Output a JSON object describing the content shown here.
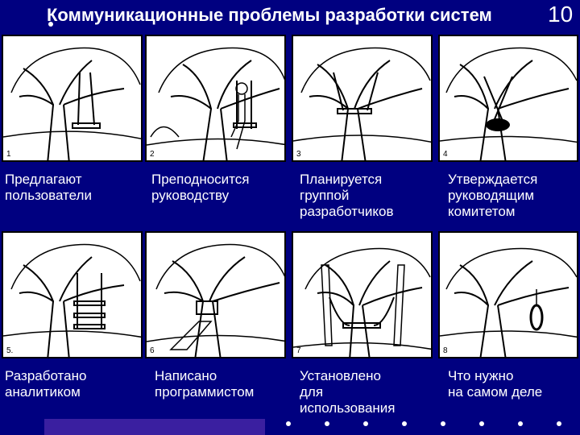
{
  "slide": {
    "title": "Коммуникационные проблемы разработки систем",
    "page_number": "10"
  },
  "panels": [
    {
      "num": "1",
      "caption_lines": [
        "Предлагают",
        "пользователи"
      ]
    },
    {
      "num": "2",
      "caption_lines": [
        "Преподносится",
        "руководству"
      ]
    },
    {
      "num": "3",
      "caption_lines": [
        "Планируется",
        "группой",
        "разработчиков"
      ]
    },
    {
      "num": "4",
      "caption_lines": [
        "Утверждается",
        "руководящим",
        "комитетом"
      ]
    },
    {
      "num": "5.",
      "caption_lines": [
        "Разработано",
        "аналитиком"
      ]
    },
    {
      "num": "6",
      "caption_lines": [
        "Написано",
        "программистом"
      ]
    },
    {
      "num": "7",
      "caption_lines": [
        "Установлено",
        "для",
        "использования"
      ]
    },
    {
      "num": "8",
      "caption_lines": [
        "Что нужно",
        "на самом деле"
      ]
    }
  ],
  "colors": {
    "background": "#000080",
    "text": "#ffffff",
    "panel": "#ffffff"
  }
}
